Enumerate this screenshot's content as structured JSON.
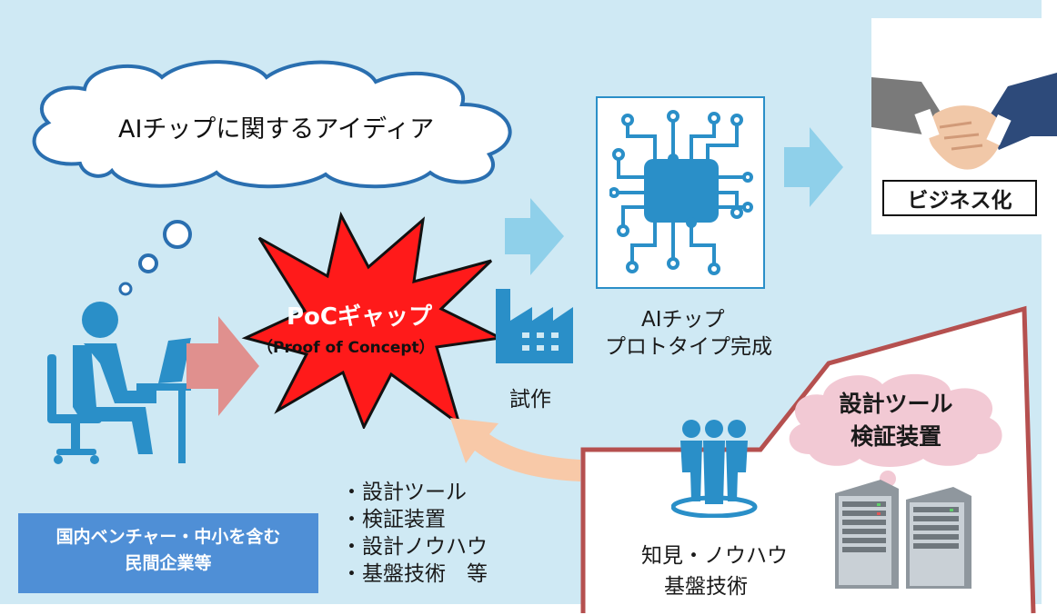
{
  "thought_cloud": {
    "text": "AIチップに関するアイディア"
  },
  "poc_burst": {
    "title": "PoCギャップ",
    "subtitle": "（Proof of Concept）"
  },
  "factory": {
    "label": "試作"
  },
  "chip": {
    "label_line1": "AIチップ",
    "label_line2": "プロトタイプ完成"
  },
  "business": {
    "label": "ビジネス化"
  },
  "organization": {
    "line1": "国内ベンチャー・中小を含む",
    "line2": "民間企業等"
  },
  "resources_list": {
    "items": [
      "・設計ツール",
      "・検証装置",
      "・設計ノウハウ",
      "・基盤技術　等"
    ]
  },
  "support_panel": {
    "cloud_line1": "設計ツール",
    "cloud_line2": "検証装置",
    "people_line1": "知見・ノウハウ",
    "people_line2": "基盤技術"
  },
  "colors": {
    "background": "#cfe9f4",
    "accent_blue": "#2a8fc8",
    "burst_red": "#ff1a1a",
    "panel_border": "#b5504f",
    "pink_cloud": "#f2c9d4",
    "org_box": "#4f8fd6"
  },
  "icons": [
    "thought-cloud-icon",
    "person-at-desk-icon",
    "explosion-icon",
    "factory-icon",
    "ai-chip-icon",
    "handshake-icon",
    "team-people-icon",
    "server-rack-icon",
    "arrow-icon"
  ]
}
